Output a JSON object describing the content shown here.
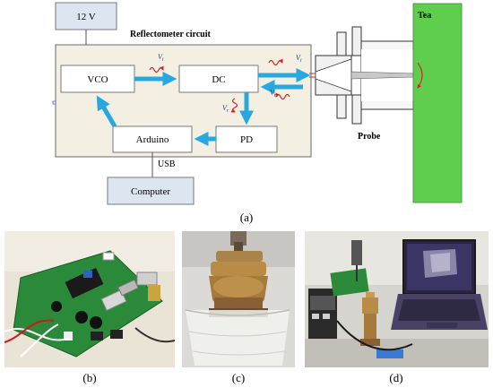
{
  "figure": {
    "panel_a": {
      "power_label": "12 V",
      "circuit_title": "Reflectometer circuit",
      "vco_label": "VCO",
      "dc_label": "DC",
      "pd_label": "PD",
      "arduino_label": "Arduino",
      "usb_label": "USB",
      "computer_label": "Computer",
      "probe_label": "Probe",
      "tea_label": "Tea",
      "signals": {
        "vi_main": "V",
        "vi_main_sub": "i",
        "vr_dc": "V",
        "vr_dc_sub": "r",
        "vi_out": "V",
        "vi_out_sub": "i",
        "vr_out": "V",
        "vr_out_sub": "r",
        "vi_probe": "V",
        "vi_probe_sub": "i",
        "vr_probe": "V",
        "vr_probe_sub": "r",
        "vr_tea": "V",
        "vr_tea_sub": "r"
      },
      "caption": "(a)"
    },
    "panel_b": {
      "caption": "(b)"
    },
    "panel_c": {
      "caption": "(c)"
    },
    "panel_d": {
      "caption": "(d)"
    },
    "colors": {
      "arrow": "#29a8e0",
      "wave": "#e02020",
      "box_fill": "#f4efe3",
      "tea_green": "#5fce4e",
      "computer_box": "#dce6f1"
    }
  }
}
